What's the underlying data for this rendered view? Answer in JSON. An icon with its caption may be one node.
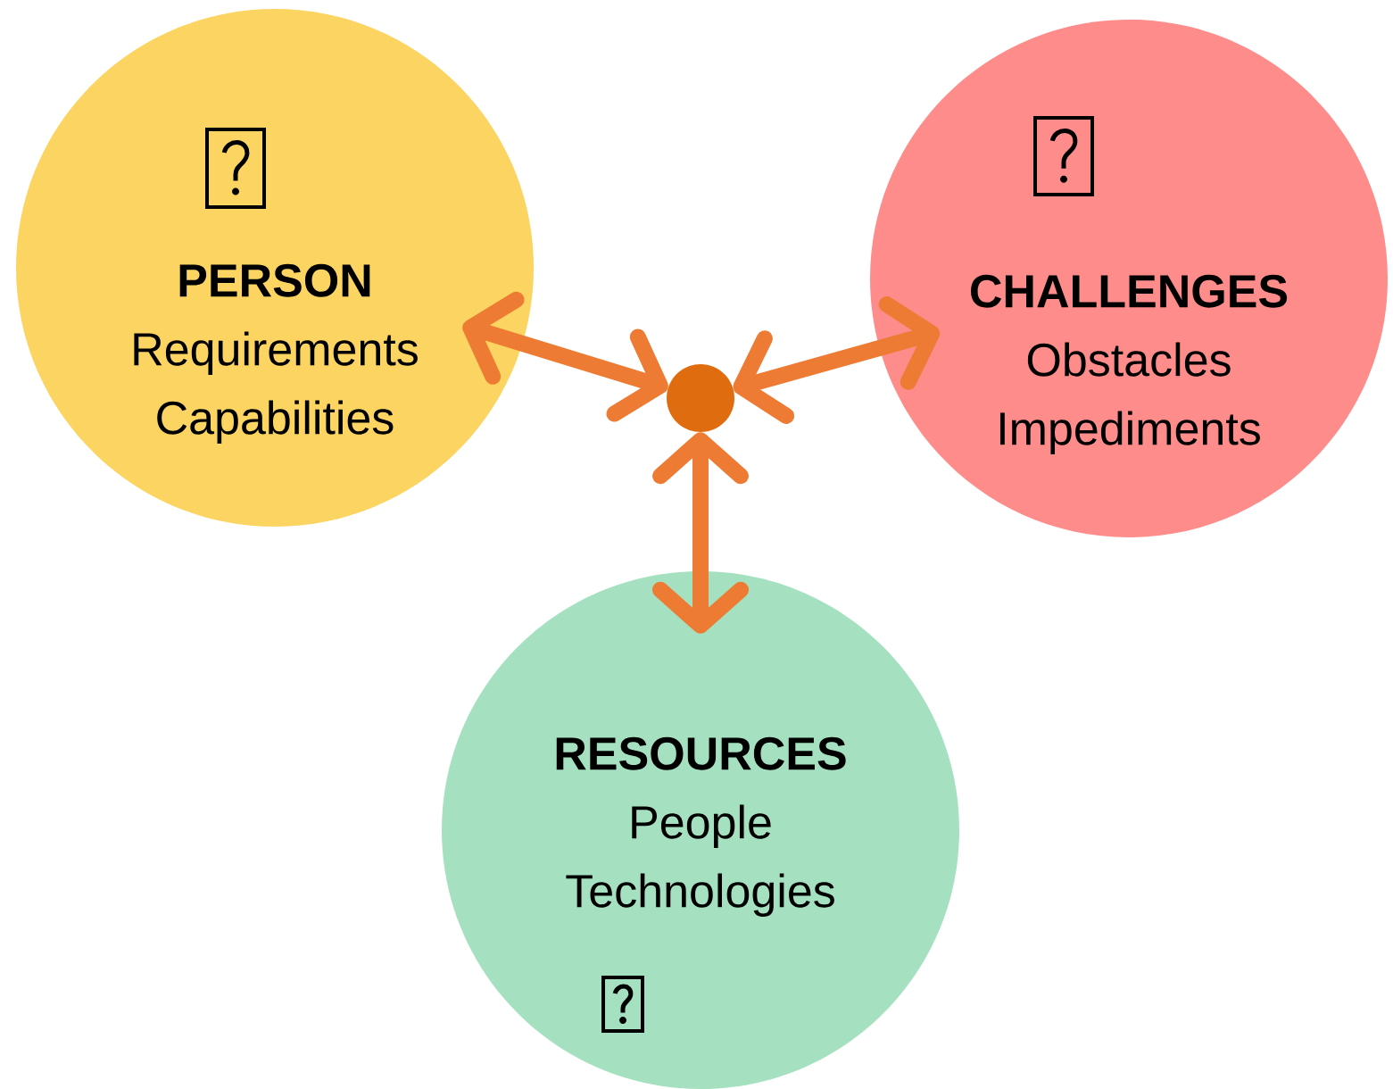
{
  "diagram": {
    "nodes": [
      {
        "text": [
          "PERSON",
          "Requirements",
          "Capabilities"
        ]
      },
      {
        "text": [
          "CHALLENGES",
          "Obstacles",
          "Impediments"
        ]
      },
      {
        "text": [
          "RESOURCES",
          "People",
          "Technologies"
        ]
      },
      {
        "text": [],
        "shape": "circle"
      }
    ],
    "edges": [
      {
        "from": 3,
        "to": 0,
        "arrow": "both"
      },
      {
        "from": 3,
        "to": 1,
        "arrow": "both"
      },
      {
        "from": 3,
        "to": 2,
        "arrow": "both"
      }
    ]
  }
}
